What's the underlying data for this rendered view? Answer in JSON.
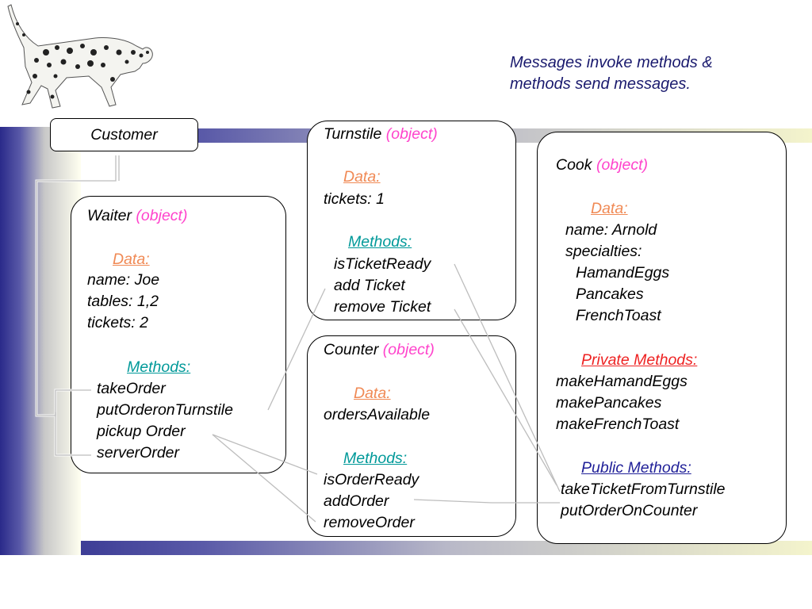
{
  "caption": {
    "line1": "Messages invoke methods &",
    "line2": "methods send messages."
  },
  "icons": {
    "dog": "dalmatian-dog-illustration"
  },
  "colors": {
    "object_tag": "#ff44cc",
    "data_heading": "#f08a55",
    "methods_heading": "#009999",
    "private_heading": "#ee2222",
    "public_heading": "#222299",
    "caption": "#1a1a6e"
  },
  "customer": {
    "label": "Customer"
  },
  "waiter": {
    "name": "Waiter",
    "tag": "(object)",
    "data_heading": "Data:",
    "data": [
      "name: Joe",
      "tables: 1,2",
      "tickets: 2"
    ],
    "methods_heading": "Methods:",
    "methods": [
      "takeOrder",
      "putOrderonTurnstile",
      "pickup Order",
      "serverOrder"
    ]
  },
  "turnstile": {
    "name": "Turnstile",
    "tag": "(object)",
    "data_heading": "Data:",
    "data": [
      "tickets: 1"
    ],
    "methods_heading": "Methods:",
    "methods": [
      "isTicketReady",
      "add Ticket",
      "remove Ticket"
    ]
  },
  "counter": {
    "name": "Counter",
    "tag": "(object)",
    "data_heading": "Data:",
    "data": [
      "ordersAvailable"
    ],
    "methods_heading": "Methods:",
    "methods": [
      "isOrderReady",
      "addOrder",
      "removeOrder"
    ]
  },
  "cook": {
    "name": "Cook",
    "tag": "(object)",
    "data_heading": "Data:",
    "data": [
      "name: Arnold",
      "specialties:"
    ],
    "specialties": [
      "HamandEggs",
      "Pancakes",
      "FrenchToast"
    ],
    "private_heading": "Private Methods:",
    "private_methods": [
      "makeHamandEggs",
      "makePancakes",
      "makeFrenchToast"
    ],
    "public_heading": "Public Methods:",
    "public_methods": [
      "takeTicketFromTurnstile",
      "putOrderOnCounter"
    ]
  }
}
